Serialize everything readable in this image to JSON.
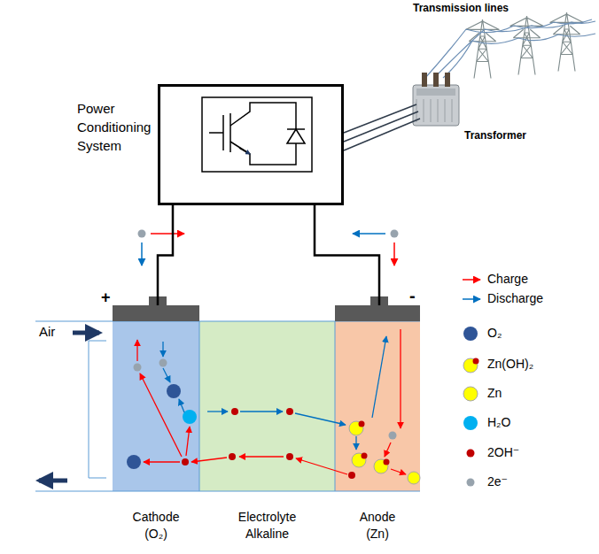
{
  "diagram": {
    "nodes": [
      {
        "text": [
          "Power Conditioning System"
        ]
      },
      {
        "text": [
          "Cathode (O₂)"
        ]
      },
      {
        "text": [
          "Electrolyte Alkaline"
        ]
      },
      {
        "text": [
          "Anode (Zn)"
        ]
      }
    ],
    "edges": [
      {
        "from": 0,
        "to": 1,
        "arrow": "none"
      },
      {
        "from": 0,
        "to": 3,
        "arrow": "none"
      }
    ],
    "labels": [
      "Transmission lines",
      "Transformer",
      "+",
      "-",
      "Air"
    ],
    "legend": [
      {
        "text": "Charge"
      },
      {
        "text": "Discharge"
      },
      {
        "text": "O₂",
        "color": "#2f5597"
      },
      {
        "text": "Zn(OH)₂"
      },
      {
        "text": "Zn",
        "color": "#ffff00"
      },
      {
        "text": "H₂O",
        "color": "#00b0f0"
      },
      {
        "text": "2OH⁻",
        "color": "#c00000"
      },
      {
        "text": "2e⁻",
        "color": "#97a3ad"
      }
    ]
  }
}
